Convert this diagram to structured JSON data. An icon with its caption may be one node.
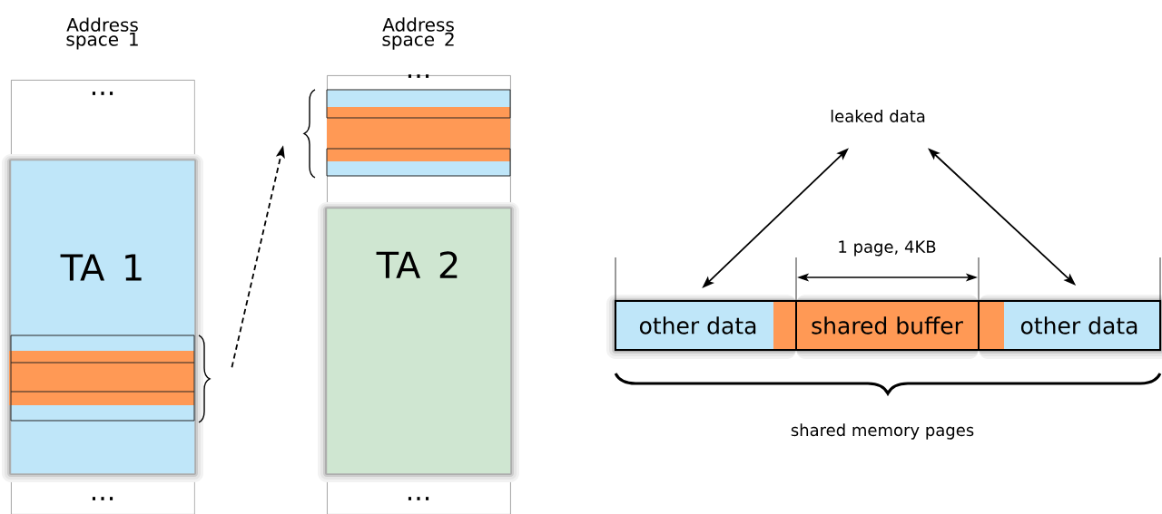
{
  "diagram": {
    "nodes": [
      {
        "text": [
          "Address space 1",
          "...",
          "..."
        ]
      },
      {
        "text": [
          "TA 1"
        ],
        "in": 0
      },
      {
        "text": [],
        "shape": "box",
        "in": 1
      },
      {
        "text": [
          "Address space 2",
          "...",
          "..."
        ]
      },
      {
        "text": [],
        "shape": "box",
        "in": 3
      },
      {
        "text": [
          "TA 2"
        ],
        "in": 3
      },
      {
        "text": [
          "leaked data"
        ]
      },
      {
        "text": [
          "other data"
        ]
      },
      {
        "text": [
          "shared buffer"
        ]
      },
      {
        "text": [
          "other data"
        ]
      }
    ],
    "edges": [
      {
        "from": 2,
        "to": 4,
        "arrow": "to",
        "style": "dashed"
      },
      {
        "from": 6,
        "to": 7,
        "arrow": "both"
      },
      {
        "from": 6,
        "to": 9,
        "arrow": "both"
      }
    ],
    "labels": [
      "1 page, 4KB",
      "shared memory pages"
    ]
  }
}
